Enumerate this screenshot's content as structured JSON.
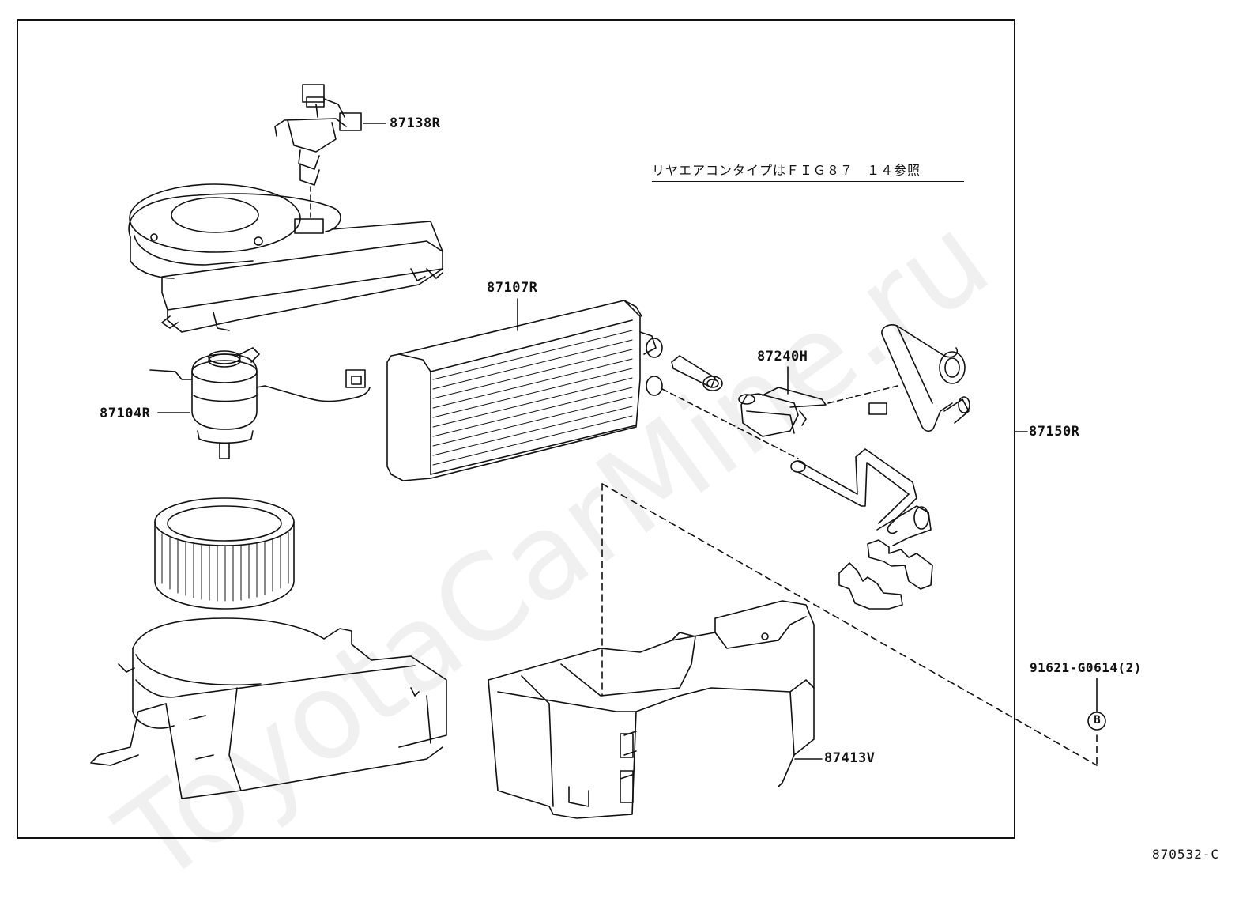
{
  "watermark": "ToyotaCarMine.ru",
  "note": "リヤエアコンタイプはＦＩＧ８７　１４参照",
  "figure_ref": "870532-C",
  "fastener_symbol": "B",
  "part_labels": {
    "p87138R": "87138R",
    "p87107R": "87107R",
    "p87240H": "87240H",
    "p87104R": "87104R",
    "p87150R": "87150R",
    "p91621": "91621-G0614(2)",
    "p87413V": "87413V"
  }
}
